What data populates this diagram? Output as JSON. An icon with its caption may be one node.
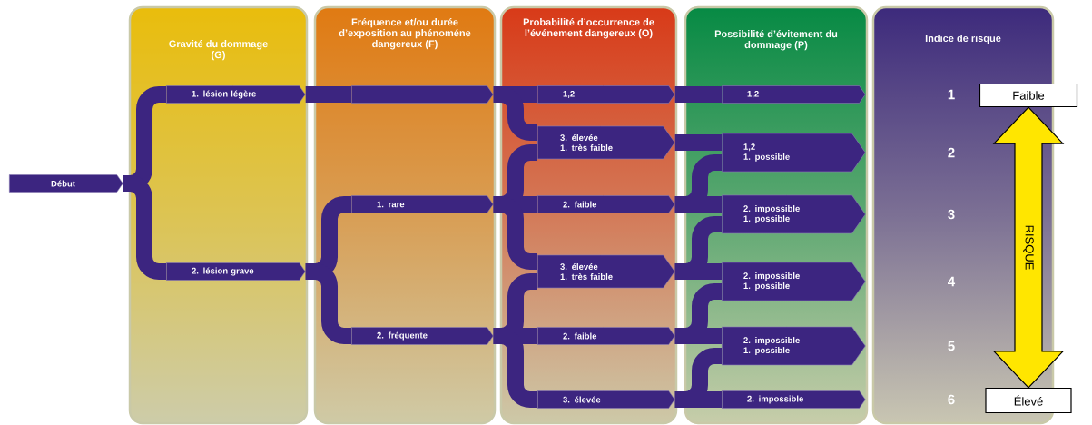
{
  "diagram": {
    "nodes": [
      {
        "text": [
          "Gravité du dommage (G)"
        ]
      },
      {
        "text": [
          "Fréquence et/ou durée d’exposition au phénoméne dangereux (F)"
        ]
      },
      {
        "text": [
          "Probabilité d’occurrence de l’événement dangereux (O)"
        ]
      },
      {
        "text": [
          "Possibilité d’évitement du dommage (P)"
        ]
      },
      {
        "text": [
          "Indice de risque"
        ]
      },
      {
        "text": [
          "Début"
        ]
      },
      {
        "text": [
          "1. lésion légère"
        ],
        "in": 0
      },
      {
        "text": [
          "2. lésion grave"
        ],
        "in": 0
      },
      {
        "text": [],
        "shape": "bar",
        "in": 1
      },
      {
        "text": [
          "1. rare"
        ],
        "in": 1
      },
      {
        "text": [
          "2. fréquente"
        ],
        "in": 1
      },
      {
        "text": [
          "1,2"
        ],
        "in": 2
      },
      {
        "text": [
          "3. élevée",
          "1. très faible"
        ],
        "in": 2
      },
      {
        "text": [
          "2. faible"
        ],
        "in": 2
      },
      {
        "text": [
          "3. élevée",
          "1. très faible"
        ],
        "in": 2
      },
      {
        "text": [
          "2. faible"
        ],
        "in": 2
      },
      {
        "text": [
          "3. élevée"
        ],
        "in": 2
      },
      {
        "text": [
          "1,2"
        ],
        "in": 3
      },
      {
        "text": [
          "1,2",
          "1. possible"
        ],
        "in": 3
      },
      {
        "text": [
          "2. impossible",
          "1. possible"
        ],
        "in": 3
      },
      {
        "text": [
          "2. impossible",
          "1. possible"
        ],
        "in": 3
      },
      {
        "text": [
          "2. impossible",
          "1. possible"
        ],
        "in": 3
      },
      {
        "text": [
          "2. impossible"
        ],
        "in": 3
      },
      {
        "text": [
          "Faible"
        ]
      },
      {
        "text": [
          "Élevé"
        ]
      }
    ],
    "edges": [
      {
        "from": 5,
        "to": 6,
        "arrow": "none"
      },
      {
        "from": 5,
        "to": 7,
        "arrow": "none"
      },
      {
        "from": 6,
        "to": 8,
        "arrow": "none"
      },
      {
        "from": 7,
        "to": 9,
        "arrow": "none"
      },
      {
        "from": 7,
        "to": 10,
        "arrow": "none"
      },
      {
        "from": 8,
        "to": 11,
        "arrow": "none"
      },
      {
        "from": 8,
        "to": 12,
        "arrow": "none"
      },
      {
        "from": 9,
        "to": 12,
        "arrow": "none"
      },
      {
        "from": 9,
        "to": 13,
        "arrow": "none"
      },
      {
        "from": 9,
        "to": 14,
        "arrow": "none"
      },
      {
        "from": 10,
        "to": 14,
        "arrow": "none"
      },
      {
        "from": 10,
        "to": 15,
        "arrow": "none"
      },
      {
        "from": 10,
        "to": 16,
        "arrow": "none"
      },
      {
        "from": 11,
        "to": 17,
        "arrow": "none"
      },
      {
        "from": 12,
        "to": 18,
        "arrow": "none"
      },
      {
        "from": 13,
        "to": 18,
        "arrow": "none"
      },
      {
        "from": 13,
        "to": 19,
        "arrow": "none"
      },
      {
        "from": 14,
        "to": 19,
        "arrow": "none"
      },
      {
        "from": 14,
        "to": 20,
        "arrow": "none"
      },
      {
        "from": 15,
        "to": 20,
        "arrow": "none"
      },
      {
        "from": 15,
        "to": 21,
        "arrow": "none"
      },
      {
        "from": 16,
        "to": 21,
        "arrow": "none"
      },
      {
        "from": 16,
        "to": 22,
        "arrow": "none"
      },
      {
        "from": 23,
        "to": 24,
        "arrow": "both",
        "label": "RISQUE",
        "style": "thick",
        "color": "#ffe600"
      }
    ],
    "labels": [
      "1",
      "2",
      "3",
      "4",
      "5",
      "6"
    ]
  }
}
